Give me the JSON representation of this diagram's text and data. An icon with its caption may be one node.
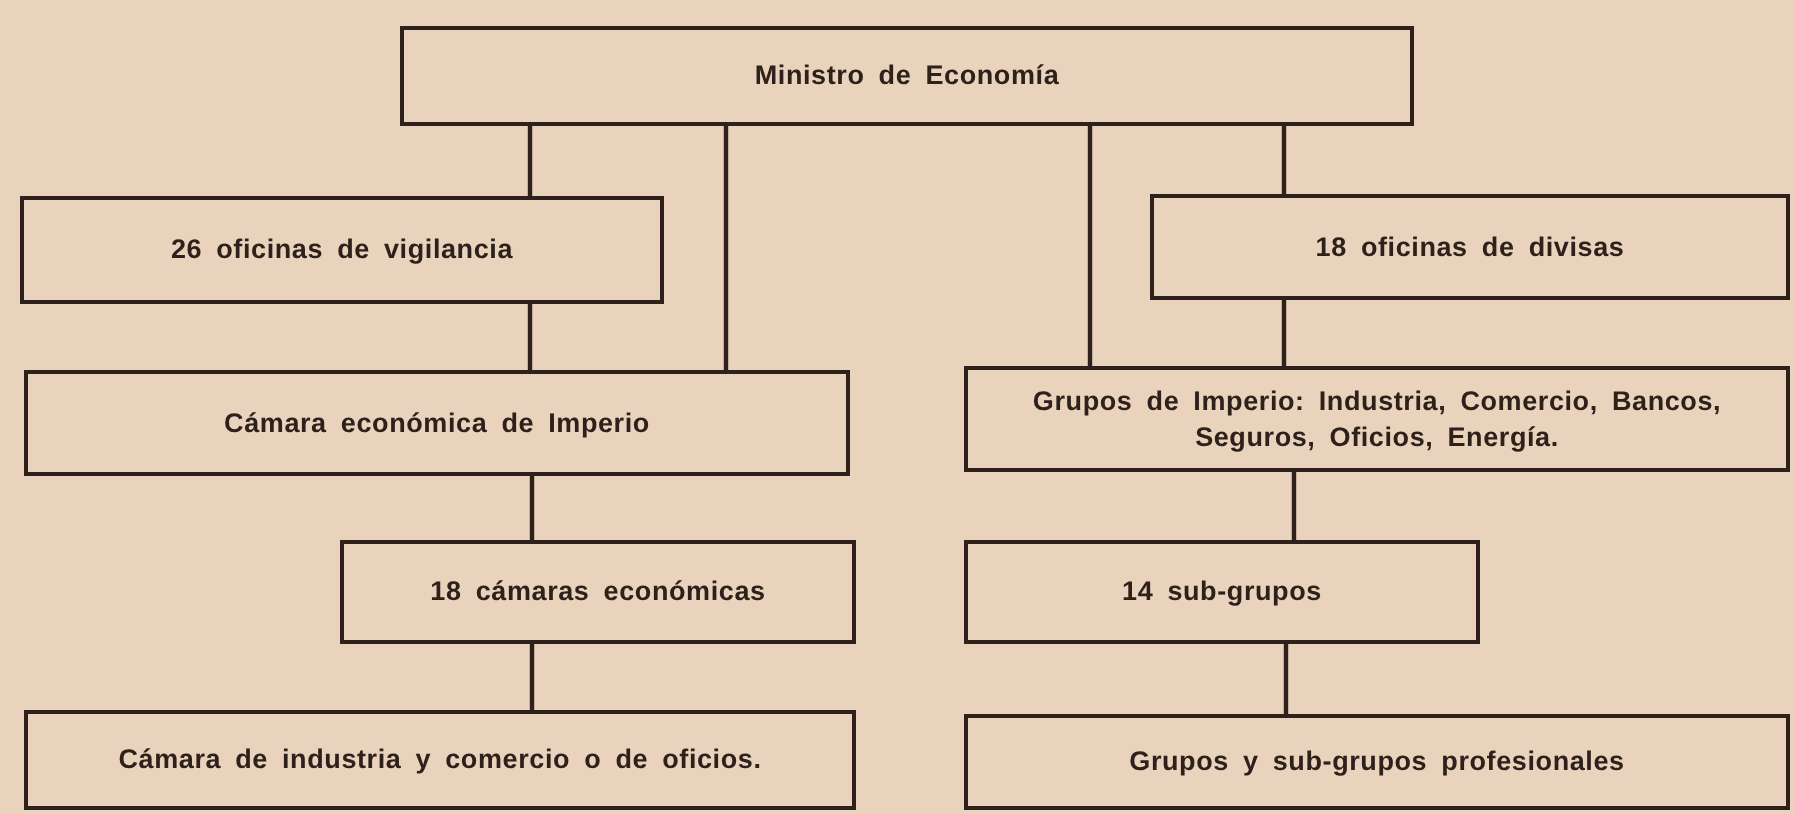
{
  "diagram": {
    "nodes": [
      {
        "text": [
          "Ministro de Economía"
        ]
      },
      {
        "text": [
          "26 oficinas de vigilancia"
        ]
      },
      {
        "text": [
          "18 oficinas de divisas"
        ]
      },
      {
        "text": [
          "Cámara económica de Imperio"
        ]
      },
      {
        "text": [
          "Grupos de Imperio: Industria, Comercio, Bancos, Seguros, Oficios, Energía."
        ]
      },
      {
        "text": [
          "18 cámaras económicas"
        ]
      },
      {
        "text": [
          "14 sub-grupos"
        ]
      },
      {
        "text": [
          "Cámara de industria y comercio o de oficios."
        ]
      },
      {
        "text": [
          "Grupos y sub-grupos profesionales"
        ]
      }
    ],
    "edges": [
      {
        "from": 0,
        "to": 1,
        "arrow": "none"
      },
      {
        "from": 0,
        "to": 3,
        "arrow": "none"
      },
      {
        "from": 0,
        "to": 4,
        "arrow": "none"
      },
      {
        "from": 0,
        "to": 2,
        "arrow": "none"
      },
      {
        "from": 1,
        "to": 3,
        "arrow": "none"
      },
      {
        "from": 2,
        "to": 4,
        "arrow": "none"
      },
      {
        "from": 3,
        "to": 5,
        "arrow": "none"
      },
      {
        "from": 5,
        "to": 7,
        "arrow": "none"
      },
      {
        "from": 4,
        "to": 6,
        "arrow": "none"
      },
      {
        "from": 6,
        "to": 8,
        "arrow": "none"
      }
    ]
  }
}
